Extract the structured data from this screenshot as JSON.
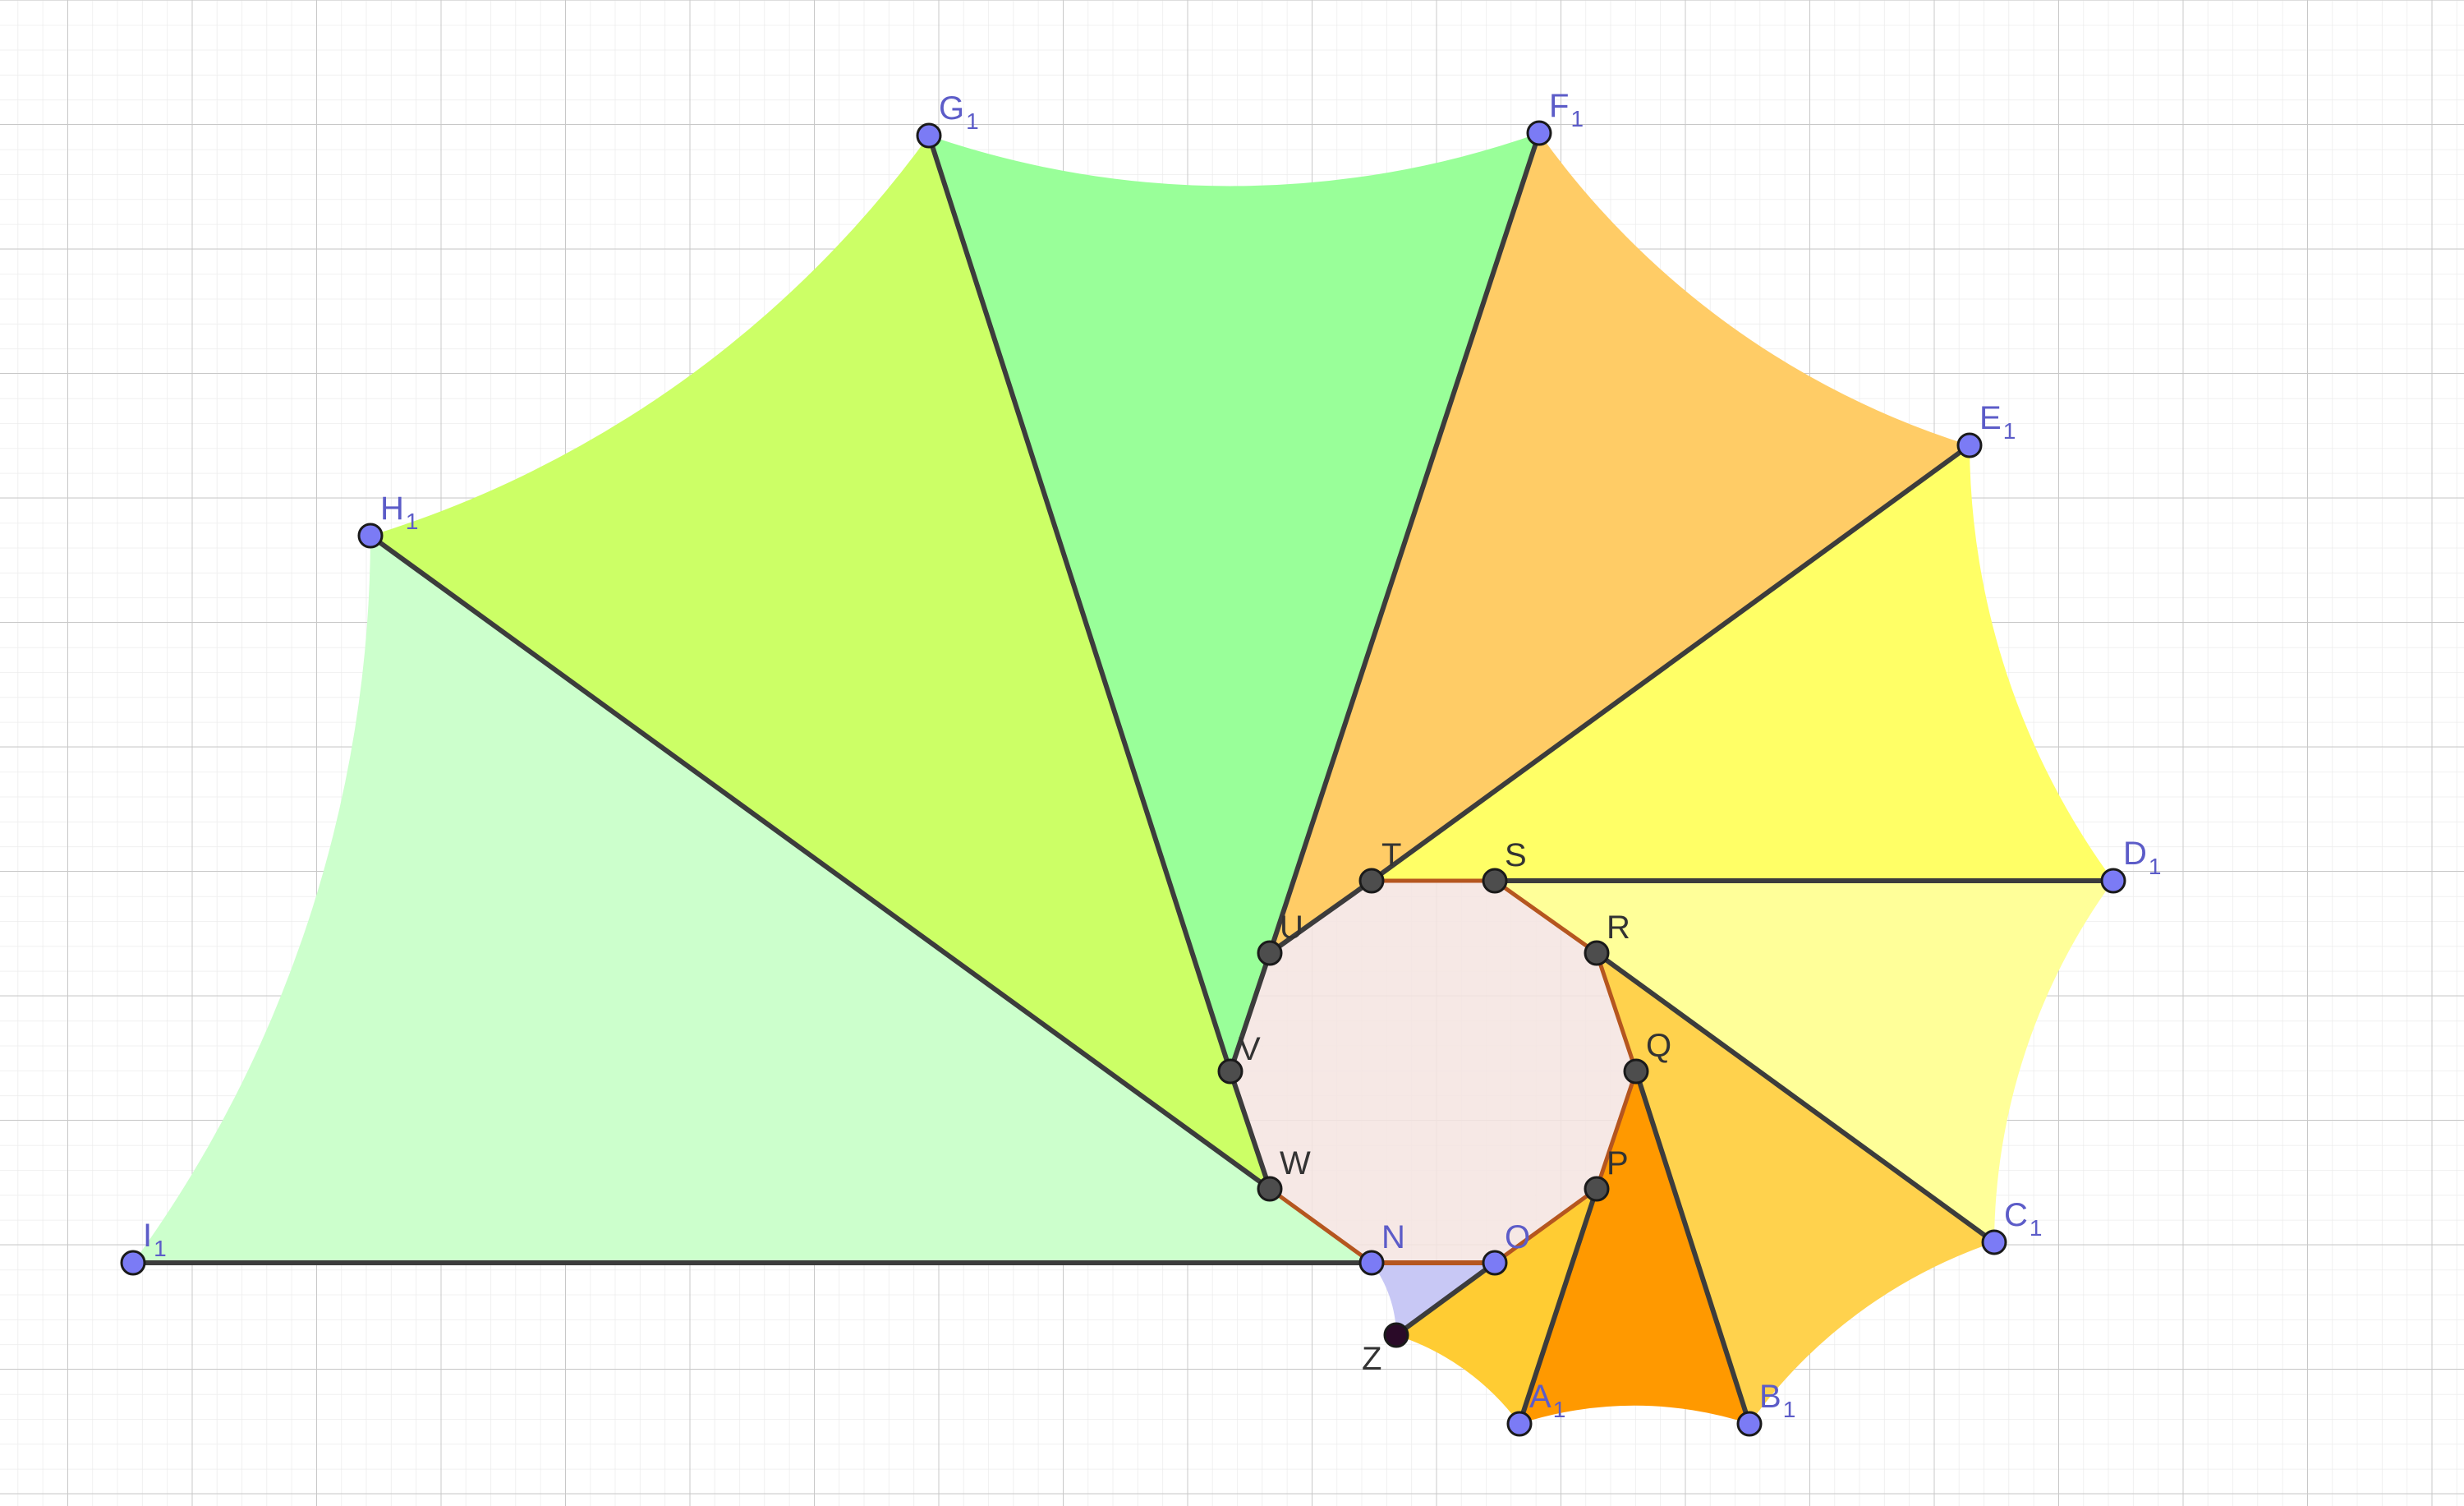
{
  "diagram": {
    "grid": {
      "visible": true,
      "major_color": "#c8c8c8",
      "minor_color": "#ececec"
    },
    "colors": {
      "point_free": "#7b7bf5",
      "point_dependent": "#4d4d4d",
      "point_Z": "#2a0a28",
      "label_free": "#5c5cc8",
      "label_dependent": "#333333",
      "edge_dark": "#3c3c3c",
      "edge_polygon": "#b5561f",
      "polygon_fill": "#f4e4e0"
    },
    "sectors": [
      {
        "name": "sector-I1-H1",
        "fill": "#ccffcc"
      },
      {
        "name": "sector-H1-G1",
        "fill": "#ccff66"
      },
      {
        "name": "sector-G1-F1",
        "fill": "#99ff99"
      },
      {
        "name": "sector-F1-E1",
        "fill": "#ffcc66"
      },
      {
        "name": "sector-E1-D1",
        "fill": "#ffff66"
      },
      {
        "name": "sector-D1-C1",
        "fill": "#ffff99"
      },
      {
        "name": "sector-C1-B1",
        "fill": "#ffd24d"
      },
      {
        "name": "sector-B1-A1",
        "fill": "#ff9900"
      },
      {
        "name": "sector-A1-Z",
        "fill": "#ffcc33"
      },
      {
        "name": "sector-Z-N",
        "fill": "#c8c8f5"
      }
    ],
    "points": [
      {
        "id": "N",
        "label": "N",
        "sub": "",
        "kind": "free"
      },
      {
        "id": "O",
        "label": "O",
        "sub": "",
        "kind": "free"
      },
      {
        "id": "P",
        "label": "P",
        "sub": "",
        "kind": "dependent"
      },
      {
        "id": "Q",
        "label": "Q",
        "sub": "",
        "kind": "dependent"
      },
      {
        "id": "R",
        "label": "R",
        "sub": "",
        "kind": "dependent"
      },
      {
        "id": "S",
        "label": "S",
        "sub": "",
        "kind": "dependent"
      },
      {
        "id": "T",
        "label": "T",
        "sub": "",
        "kind": "dependent"
      },
      {
        "id": "U",
        "label": "U",
        "sub": "",
        "kind": "dependent"
      },
      {
        "id": "V",
        "label": "V",
        "sub": "",
        "kind": "dependent"
      },
      {
        "id": "W",
        "label": "W",
        "sub": "",
        "kind": "dependent"
      },
      {
        "id": "Z",
        "label": "Z",
        "sub": "",
        "kind": "Z"
      },
      {
        "id": "A1",
        "label": "A",
        "sub": "1",
        "kind": "free"
      },
      {
        "id": "B1",
        "label": "B",
        "sub": "1",
        "kind": "free"
      },
      {
        "id": "C1",
        "label": "C",
        "sub": "1",
        "kind": "free"
      },
      {
        "id": "D1",
        "label": "D",
        "sub": "1",
        "kind": "free"
      },
      {
        "id": "E1",
        "label": "E",
        "sub": "1",
        "kind": "free"
      },
      {
        "id": "F1",
        "label": "F",
        "sub": "1",
        "kind": "free"
      },
      {
        "id": "G1",
        "label": "G",
        "sub": "1",
        "kind": "free"
      },
      {
        "id": "H1",
        "label": "H",
        "sub": "1",
        "kind": "free"
      },
      {
        "id": "I1",
        "label": "I",
        "sub": "1",
        "kind": "free"
      }
    ]
  }
}
